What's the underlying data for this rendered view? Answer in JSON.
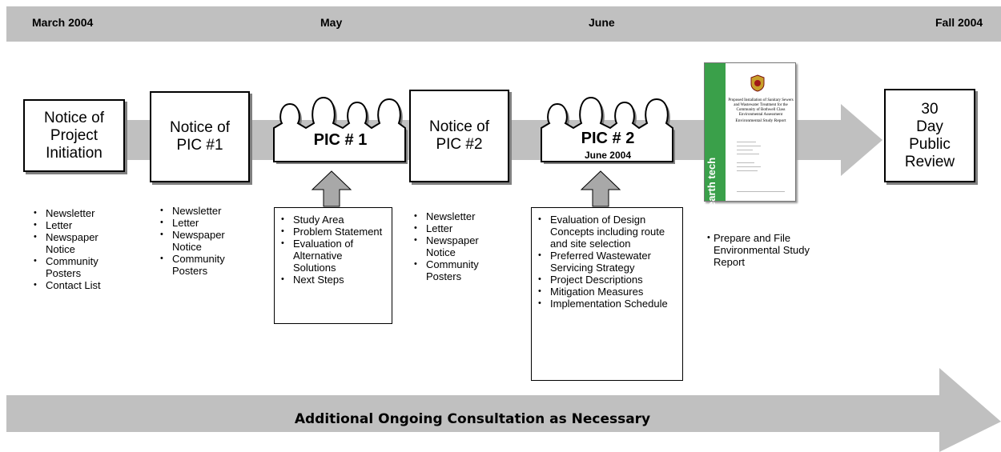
{
  "timeline": {
    "dates": [
      "March 2004",
      "May",
      "June",
      "Fall 2004"
    ]
  },
  "steps": {
    "notice_initiation": {
      "lines": [
        "Notice of",
        "Project",
        "Initiation"
      ],
      "bullets": [
        "Newsletter",
        "Letter",
        "Newspaper Notice",
        "Community Posters",
        "Contact List"
      ]
    },
    "notice_pic1": {
      "lines": [
        "Notice of",
        "PIC #1"
      ],
      "bullets": [
        "Newsletter",
        "Letter",
        "Newspaper Notice",
        "Community Posters"
      ]
    },
    "pic1": {
      "label": "PIC # 1",
      "bullets": [
        "Study Area",
        "Problem Statement",
        "Evaluation of Alternative Solutions",
        "Next Steps"
      ]
    },
    "notice_pic2": {
      "lines": [
        "Notice of",
        "PIC #2"
      ],
      "bullets": [
        "Newsletter",
        "Letter",
        "Newspaper Notice",
        "Community Posters"
      ]
    },
    "pic2": {
      "label": "PIC # 2",
      "sublabel": "June 2004",
      "bullets": [
        "Evaluation of Design Concepts including route and site selection",
        "Preferred Wastewater Servicing Strategy",
        "Project Descriptions",
        "Mitigation Measures",
        "Implementation Schedule"
      ]
    },
    "report": {
      "cover_brand": "earth tech",
      "cover_title": "Proposed Installation of Sanitary Sewers and Wastewater Treatment for the Community of Bothwell Class Environmental Assessment",
      "cover_subtitle": "Environmental Study Report",
      "bullet": "Prepare and File Environmental Study Report"
    },
    "review": {
      "lines": [
        "30",
        "Day",
        "Public",
        "Review"
      ]
    }
  },
  "footer": {
    "label": "Additional Ongoing Consultation as Necessary"
  },
  "colors": {
    "arrow_grey": "#c0c0c0",
    "report_green": "#3aa04a",
    "box_border": "#000000"
  }
}
